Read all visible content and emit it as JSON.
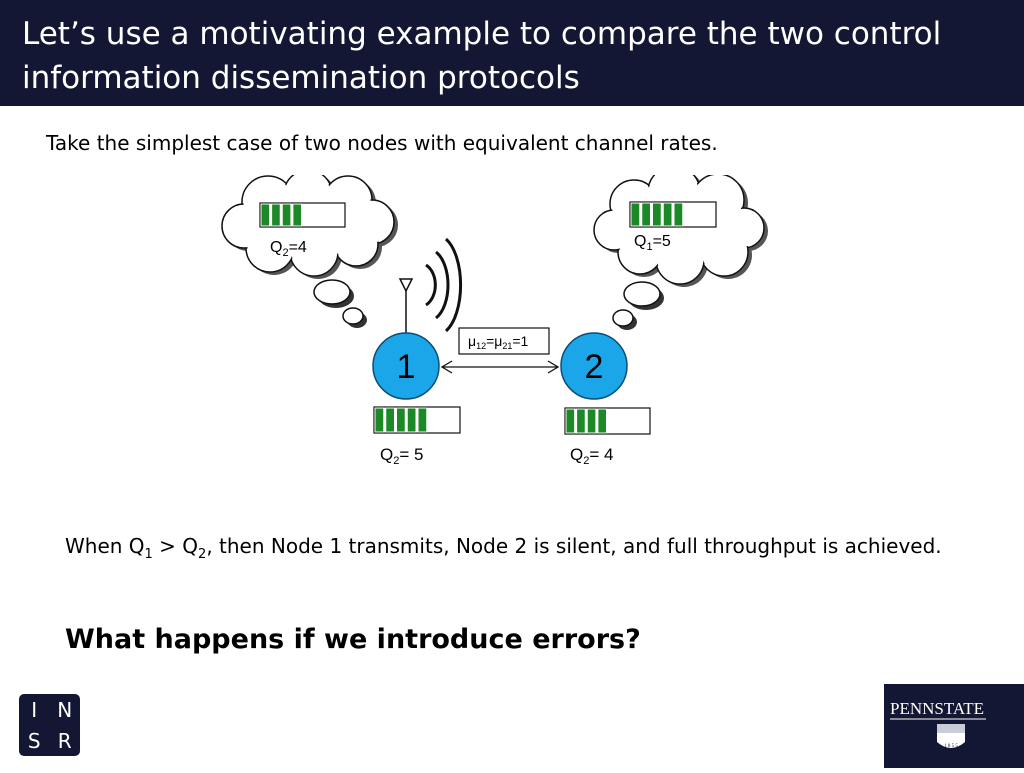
{
  "slide": {
    "title_line1": "Let’s use a motivating example to compare the two control",
    "title_line2": "information dissemination protocols",
    "intro": "Take the simplest case of two nodes with equivalent channel rates.",
    "statement": {
      "prefix": "When Q",
      "sub1": "1",
      "mid": " > Q",
      "sub2": "2",
      "suffix": ", then Node 1 transmits, Node 2 is silent, and full throughput is achieved."
    },
    "question": "What happens if we introduce errors?"
  },
  "diagram": {
    "node1_label": "1",
    "node2_label": "2",
    "link": {
      "mu": "μ",
      "sub_a": "12",
      "eq": "=μ",
      "sub_b": "21",
      "value": "=1"
    },
    "cloud_left": {
      "q": "Q",
      "sub": "2",
      "value": "=4",
      "filled": 4,
      "capacity": 8
    },
    "cloud_right": {
      "q": "Q",
      "sub": "1",
      "value": "=5",
      "filled": 5,
      "capacity": 8
    },
    "node1_queue": {
      "q": "Q",
      "sub": "2",
      "value": "= 5",
      "filled": 5,
      "capacity": 8
    },
    "node2_queue": {
      "q": "Q",
      "sub": "2",
      "value": "= 4",
      "filled": 4,
      "capacity": 8
    },
    "colors": {
      "node": "#1aa6e8",
      "queue_fill": "#1b8a26",
      "header": "#141733"
    }
  },
  "logos": {
    "insr": [
      "I",
      "N",
      "S",
      "R"
    ],
    "pennstate_text": "PENNSTATE",
    "pennstate_year": "1 8 5 5"
  }
}
